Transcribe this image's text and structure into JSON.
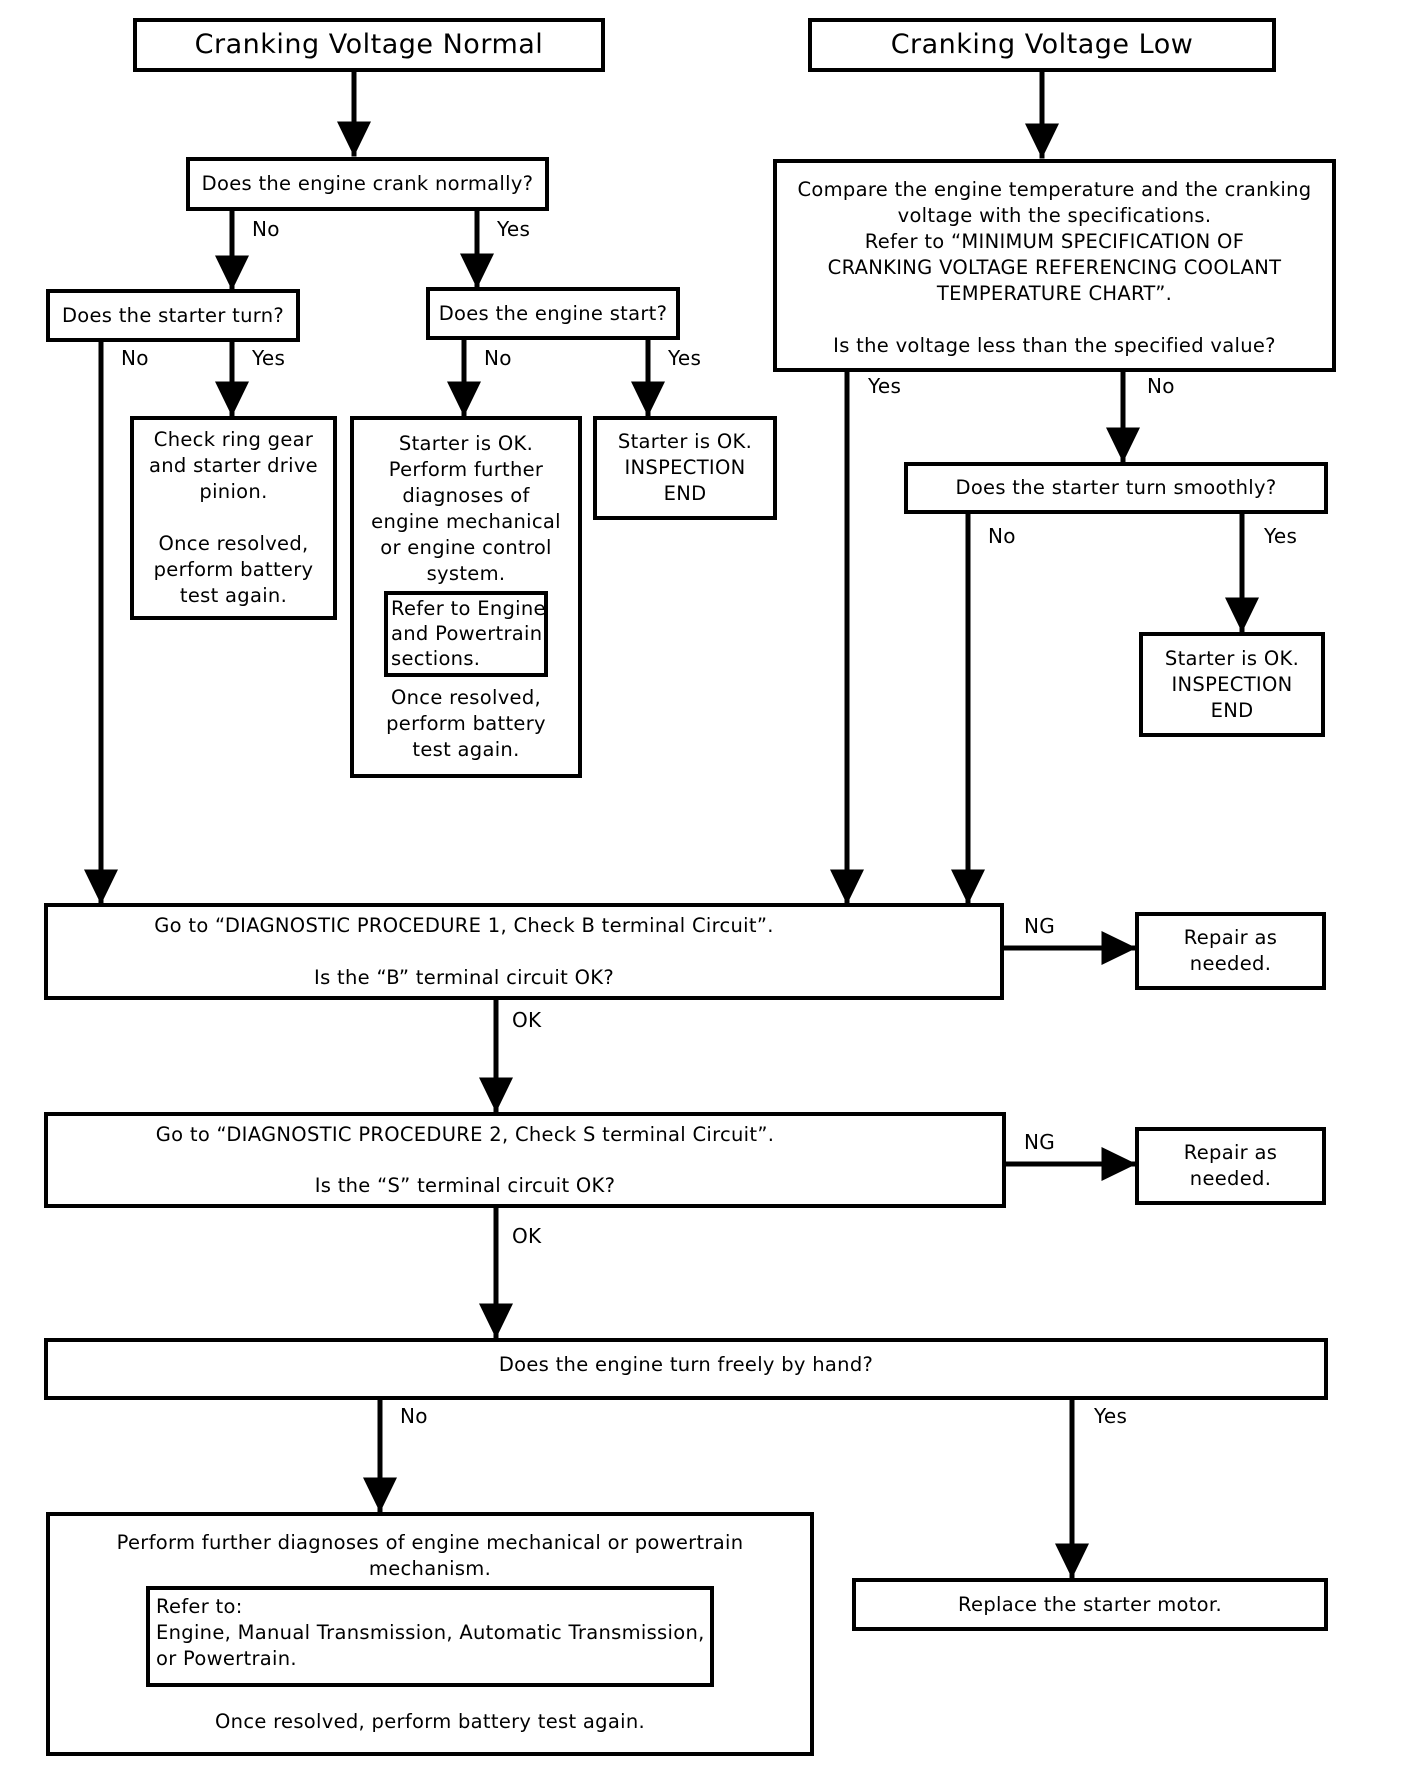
{
  "nodes": {
    "voltage_normal": {
      "label": "Cranking Voltage Normal"
    },
    "voltage_low": {
      "label": "Cranking Voltage Low"
    },
    "crank_normally": {
      "question": "Does the engine crank normally?"
    },
    "compare_temp": {
      "lines": [
        "Compare the engine temperature and the cranking",
        "voltage with the specifications.",
        "Refer to “MINIMUM SPECIFICATION OF",
        "CRANKING VOLTAGE REFERENCING COOLANT",
        "TEMPERATURE CHART”."
      ],
      "question": "Is the voltage less than the specified value?"
    },
    "starter_turn": {
      "question": "Does the starter turn?"
    },
    "engine_start": {
      "question": "Does the engine start?"
    },
    "check_ring_gear": {
      "lines": [
        "Check ring gear",
        "and starter drive",
        "pinion."
      ],
      "note_lines": [
        "Once resolved,",
        "perform battery",
        "test again."
      ]
    },
    "starter_ok_further": {
      "lines": [
        "Starter is OK.",
        "Perform further",
        "diagnoses of",
        "engine mechanical",
        "or engine control",
        "system."
      ],
      "refer_lines": [
        "Refer to Engine",
        "and Powertrain",
        "sections."
      ],
      "note_lines": [
        "Once resolved,",
        "perform battery",
        "test again."
      ]
    },
    "starter_ok_end_1": {
      "lines": [
        "Starter is OK.",
        "INSPECTION",
        "END"
      ]
    },
    "starter_smooth": {
      "question": "Does the starter turn smoothly?"
    },
    "starter_ok_end_2": {
      "lines": [
        "Starter is OK.",
        "INSPECTION",
        "END"
      ]
    },
    "procedure_1": {
      "line": "Go to “DIAGNOSTIC PROCEDURE 1, Check B terminal Circuit”.",
      "question": "Is the “B” terminal circuit OK?"
    },
    "repair_1": {
      "lines": [
        "Repair as",
        "needed."
      ]
    },
    "procedure_2": {
      "line": "Go to “DIAGNOSTIC PROCEDURE 2, Check S terminal Circuit”.",
      "question": "Is the “S” terminal circuit OK?"
    },
    "repair_2": {
      "lines": [
        "Repair as",
        "needed."
      ]
    },
    "turn_by_hand": {
      "question": "Does the engine turn freely by hand?"
    },
    "further_mechanical": {
      "lines": [
        "Perform further diagnoses of engine mechanical or powertrain",
        "mechanism."
      ],
      "refer_lines": [
        "Refer to:",
        "Engine, Manual Transmission, Automatic Transmission,",
        "or Powertrain."
      ],
      "note": "Once resolved, perform battery test again."
    },
    "replace_starter": {
      "label": "Replace the starter motor."
    }
  },
  "edge_labels": {
    "crank_no": "No",
    "crank_yes": "Yes",
    "starter_turn_no": "No",
    "starter_turn_yes": "Yes",
    "engine_start_no": "No",
    "engine_start_yes": "Yes",
    "voltage_less_yes": "Yes",
    "voltage_less_no": "No",
    "smooth_no": "No",
    "smooth_yes": "Yes",
    "proc1_ng": "NG",
    "proc1_ok": "OK",
    "proc2_ng": "NG",
    "proc2_ok": "OK",
    "hand_no": "No",
    "hand_yes": "Yes"
  }
}
